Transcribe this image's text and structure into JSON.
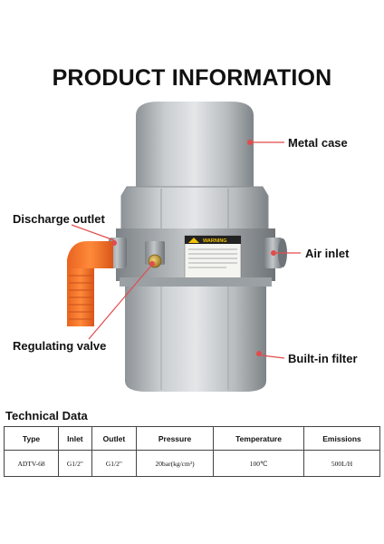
{
  "title": "PRODUCT INFORMATION",
  "accent_color": "#e34b4b",
  "callouts": {
    "metal_case": "Metal case",
    "discharge_outlet": "Discharge outlet",
    "air_inlet": "Air inlet",
    "regulating_valve": "Regulating valve",
    "built_in_filter": "Built-in filter"
  },
  "warning_label": {
    "heading": "WARNING"
  },
  "technical_data": {
    "heading": "Technical Data",
    "columns": [
      "Type",
      "Inlet",
      "Outlet",
      "Pressure",
      "Temperature",
      "Emissions"
    ],
    "rows": [
      [
        "ADTV-68",
        "G1/2\"",
        "G1/2\"",
        "20bar(kg/cm²)",
        "100℃",
        "500L/H"
      ]
    ]
  }
}
